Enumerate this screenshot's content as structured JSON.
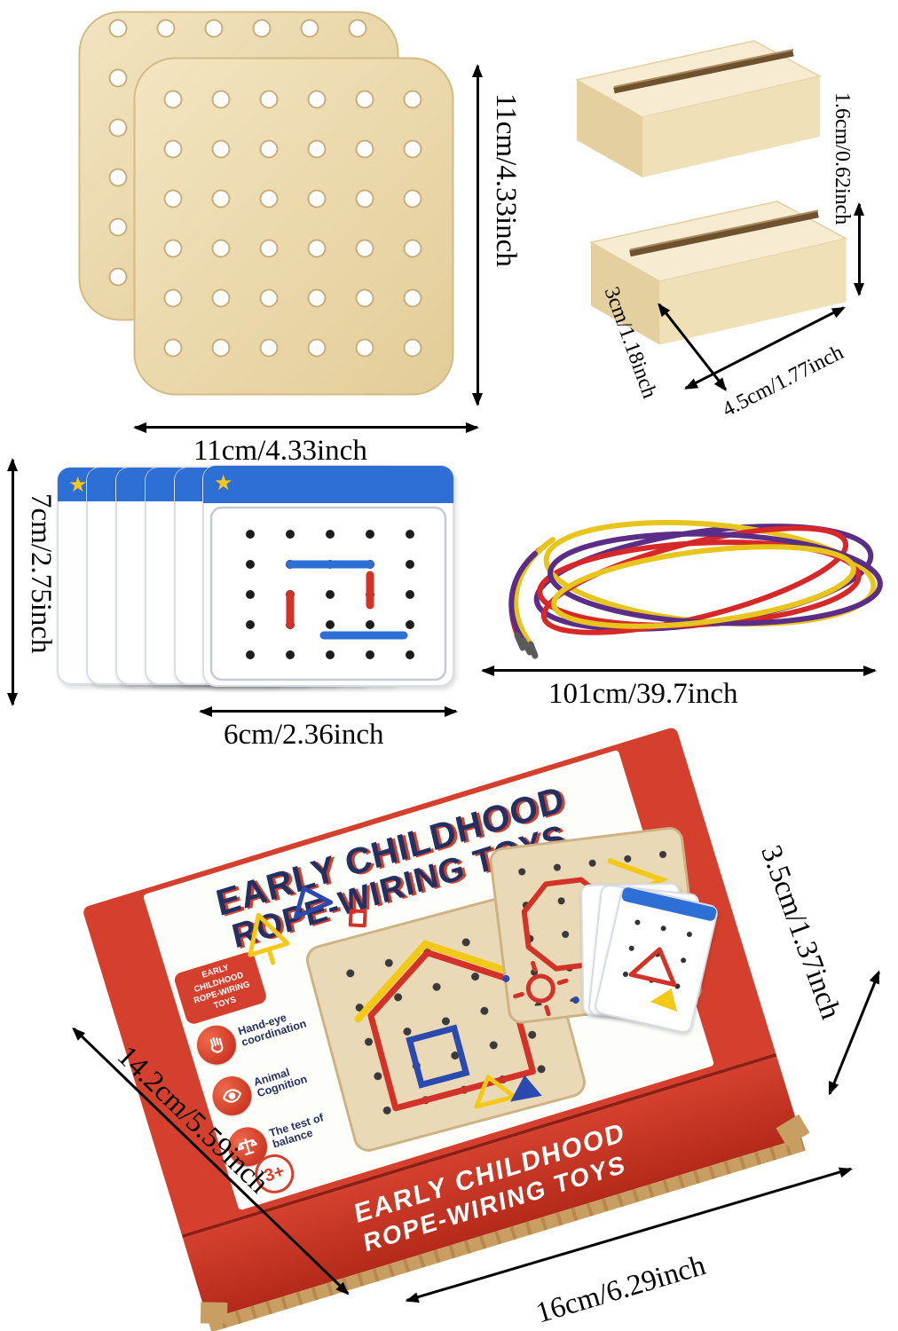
{
  "icons": {
    "star": "★"
  },
  "colors": {
    "box_red": "#d5402e",
    "navy": "#233061",
    "card_blue": "#2e6fd6",
    "wood": "#ead9b6",
    "rope_red": "#d62828",
    "rope_yellow": "#e8c51c",
    "rope_purple": "#5b2d86"
  },
  "pegboards": {
    "height_label": "11cm/4.33inch",
    "width_label": "11cm/4.33inch"
  },
  "stands": {
    "height_label": "1.6cm/0.62inch",
    "depth_label": "3cm/1.18inch",
    "width_label": "4.5cm/1.77inch"
  },
  "cards": {
    "height_label": "7cm/2.75inch",
    "width_label": "6cm/2.36inch"
  },
  "ropes": {
    "length_label": "101cm/39.7inch"
  },
  "box": {
    "title_line1": "EARLY CHILDHOOD",
    "title_line2": "ROPE-WIRING TOYS",
    "corner_badge": "EARLY CHILDHOOD ROPE-WIRING TOYS",
    "features": [
      {
        "label": "Hand-eye coordination"
      },
      {
        "label": "Animal Cognition"
      },
      {
        "label": "The test of balance"
      }
    ],
    "age_badge": "3+",
    "front_line1": "EARLY CHILDHOOD",
    "front_line2": "ROPE-WIRING TOYS",
    "height_label": "3.5cm/1.37inch",
    "depth_label": "14.2cm/5.59inch",
    "width_label": "16cm/6.29inch"
  }
}
